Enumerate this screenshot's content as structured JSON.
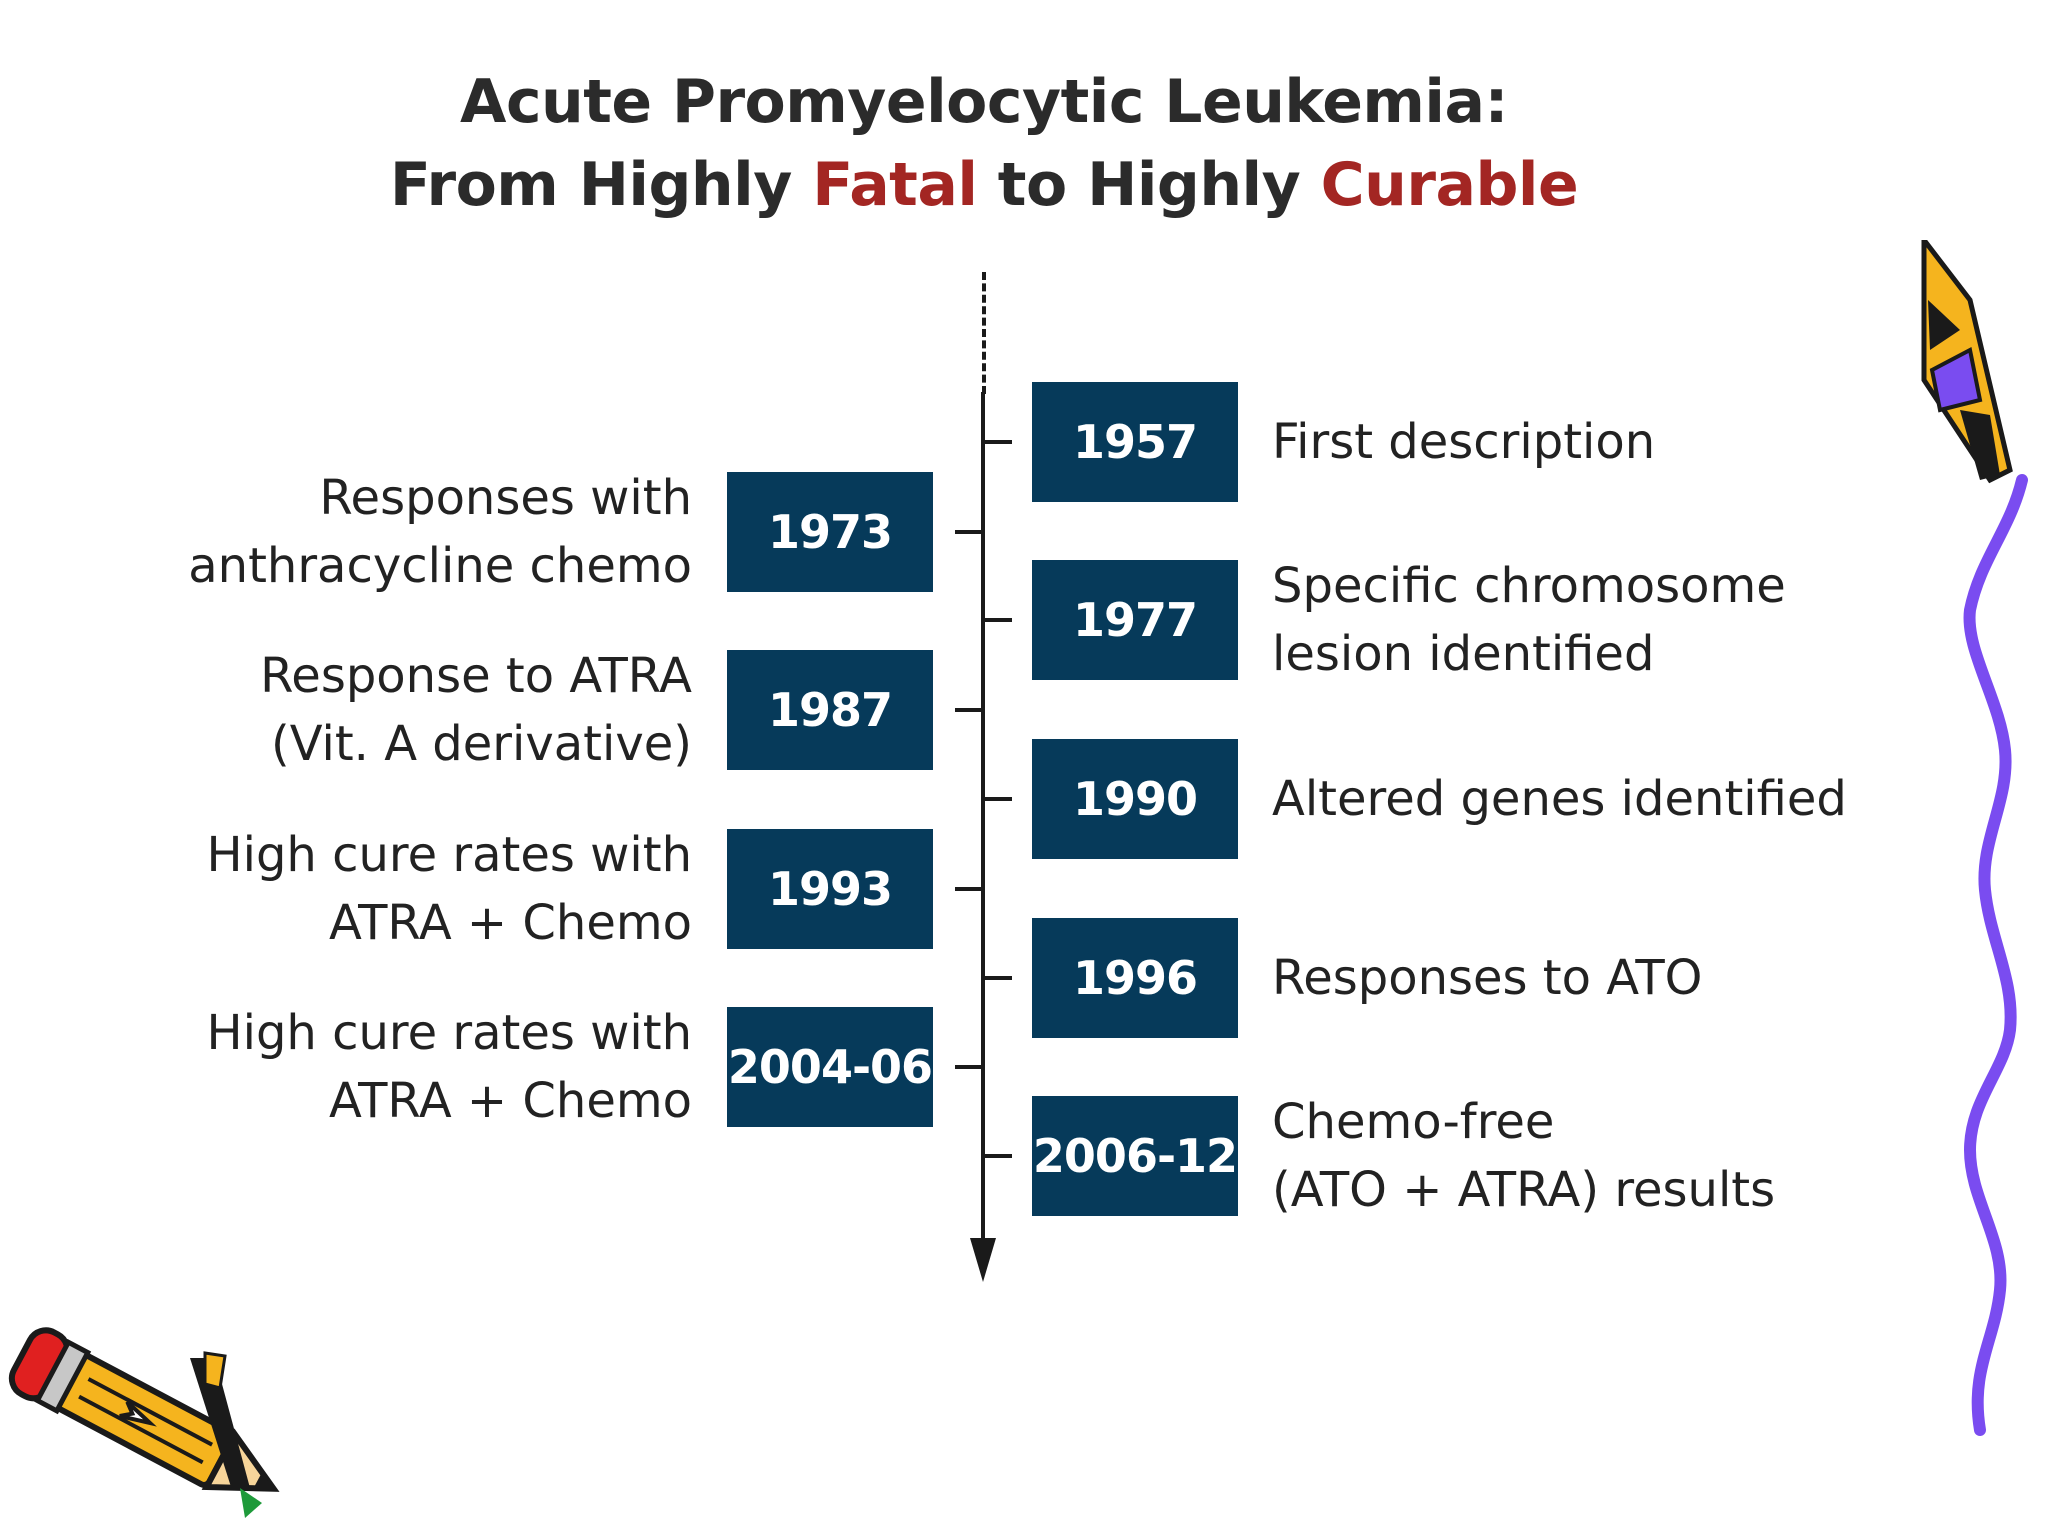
{
  "title": {
    "line1": "Acute Promyelocytic Leukemia:",
    "line2_part1": "From Highly ",
    "line2_fatal": "Fatal",
    "line2_part2": " to Highly ",
    "line2_curable": "Curable"
  },
  "colors": {
    "box": "#063a5a",
    "accent": "#a32623",
    "axis": "#1a1a1a",
    "squiggle": "#7a4cf0",
    "pencil_body": "#f5b41e",
    "pencil_tip": "#e02020"
  },
  "timeline": {
    "right": [
      {
        "year": "1957",
        "lines": [
          "First description"
        ]
      },
      {
        "year": "1977",
        "lines": [
          "Specific chromosome",
          "lesion identified"
        ]
      },
      {
        "year": "1990",
        "lines": [
          "Altered genes identified"
        ]
      },
      {
        "year": "1996",
        "lines": [
          "Responses to ATO"
        ]
      },
      {
        "year": "2006-12",
        "lines": [
          "Chemo-free",
          "(ATO + ATRA) results"
        ]
      }
    ],
    "left": [
      {
        "year": "1973",
        "lines": [
          "Responses with",
          "anthracycline chemo"
        ]
      },
      {
        "year": "1987",
        "lines": [
          "Response to ATRA",
          "(Vit. A derivative)"
        ]
      },
      {
        "year": "1993",
        "lines": [
          "High cure rates with",
          "ATRA + Chemo"
        ]
      },
      {
        "year": "2004-06",
        "lines": [
          "High cure rates with",
          "ATRA + Chemo"
        ]
      }
    ]
  },
  "decorations": {
    "left_icon": "pencil-icon",
    "right_top_icon": "pencil-icon",
    "right_icon": "squiggle-line-icon"
  }
}
